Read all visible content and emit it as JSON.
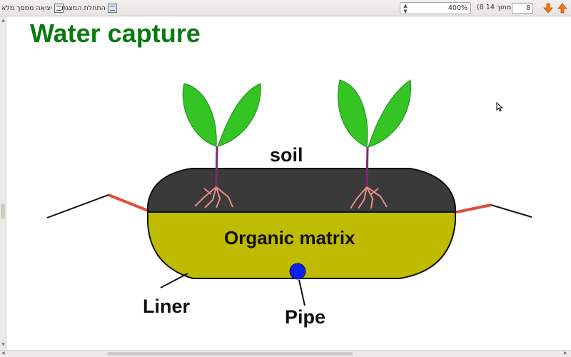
{
  "toolbar": {
    "fullscreen_exit_label": "יציאה ממסך מלא",
    "start_presentation_label": "התחלת המצגת",
    "zoom_value": "400%",
    "page_of_label": "(8 מתוך 14)",
    "page_number": "8",
    "icons": {
      "fullscreen_exit": "fullscreen-exit-icon",
      "presentation": "presentation-icon",
      "prev_page": "arrow-down-icon",
      "next_page": "arrow-up-icon"
    }
  },
  "slide": {
    "title": "Water capture",
    "labels": {
      "soil": "soil",
      "organic": "Organic matrix",
      "liner": "Liner",
      "pipe": "Pipe"
    }
  },
  "colors": {
    "title": "#0a7a12",
    "soil": "#3a3a3a",
    "organic": "#bfbb00",
    "leaf": "#34c424",
    "stem": "#7a2d6e",
    "root": "#e68f87",
    "liner_edge": "#e24b3b",
    "pipe": "#0b22e6",
    "arrow": "#f07a12"
  }
}
